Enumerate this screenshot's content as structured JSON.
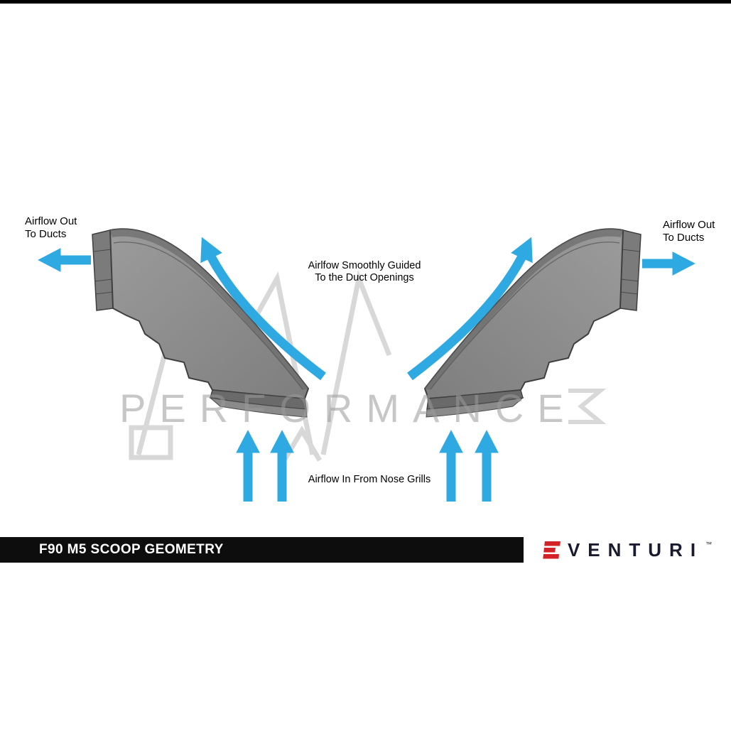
{
  "colors": {
    "arrow_blue": "#2FA9E1",
    "scoop_gray": "#8D8D8D",
    "scoop_dark": "#6E6E6E",
    "scoop_outline": "#3F3F3F",
    "watermark_gray": "#9B9B9B",
    "bar_black": "#0D0D0D",
    "brand_red": "#D42027",
    "brand_dark": "#1A1A2E"
  },
  "diagram": {
    "label_out_left": "Airflow Out\nTo Ducts",
    "label_out_right": "Airflow Out\nTo Ducts",
    "label_guided": "Airlfow Smoothly Guided\nTo the Duct Openings",
    "label_in": "Airflow In From Nose Grills",
    "watermark": "PERFORMANCE"
  },
  "footer": {
    "title": "F90 M5 SCOOP GEOMETRY",
    "brand_icon": "E",
    "brand_text": "VENTURI",
    "trademark": "™"
  }
}
